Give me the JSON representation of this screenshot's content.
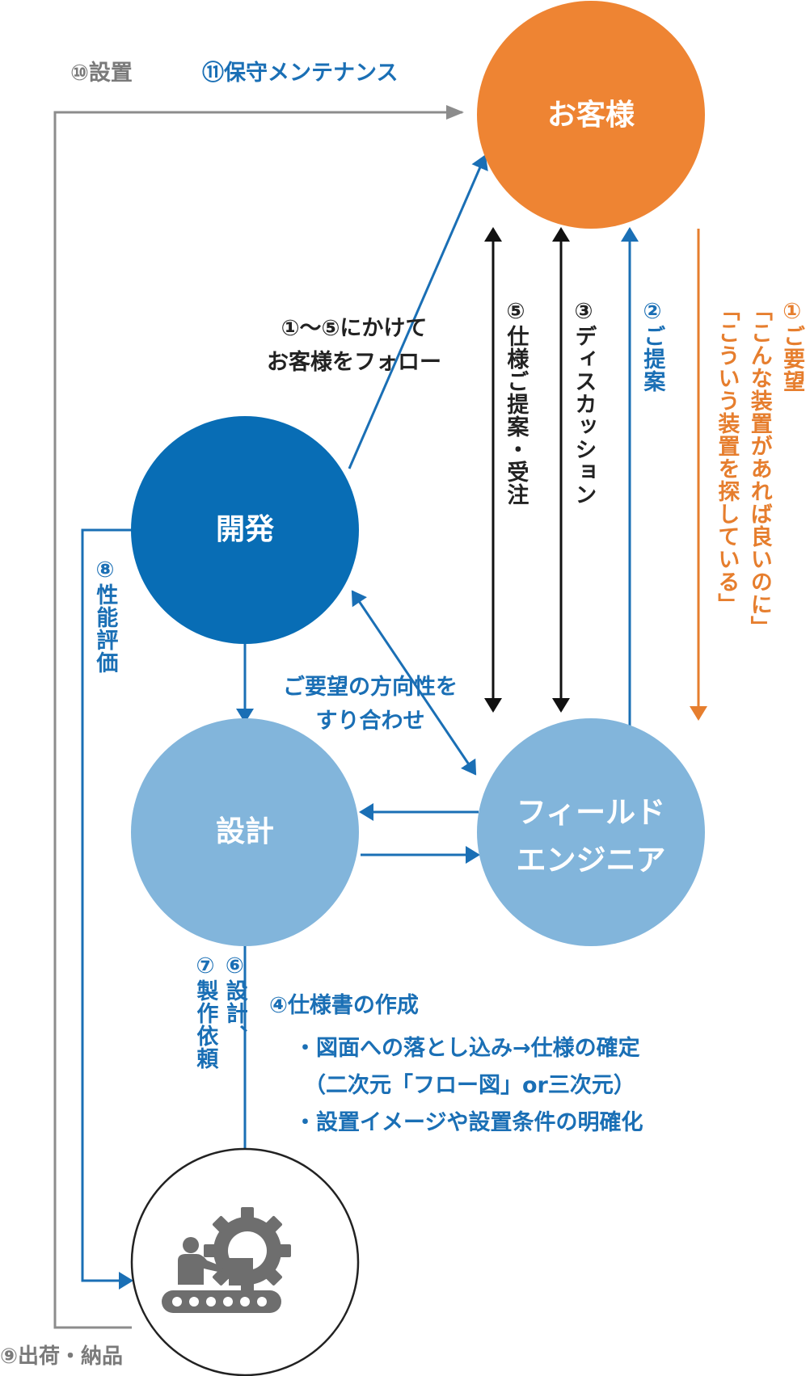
{
  "colors": {
    "customer": "#ee8433",
    "dev": "#086db5",
    "design": "#82b5db",
    "field": "#82b5db",
    "factory_stroke": "#222222",
    "arrow_blue": "#1a6fb5",
    "arrow_gray": "#8c8c8c",
    "arrow_black": "#111111",
    "arrow_orange": "#e67e2e"
  },
  "nodes": {
    "customer": "お客様",
    "dev": "開発",
    "design": "設計",
    "field_line1": "フィールド",
    "field_line2": "エンジニア",
    "factory_icon": "factory-worker-conveyor-icon"
  },
  "labels": {
    "step10": "⑩設置",
    "step11": "⑪保守メンテナンス",
    "follow_line1": "①～⑤にかけて",
    "follow_line2": "お客様をフォロー",
    "step5": "⑤仕様ご提案・受注",
    "step3": "③ディスカッション",
    "step2": "②ご提案",
    "step1_title": "①ご要望",
    "step1_q1": "「こんな装置があれば良いのに」",
    "step1_q2": "「こういう装置を探している」",
    "step8": "⑧性能評価",
    "align_line1": "ご要望の方向性を",
    "align_line2": "すり合わせ",
    "step6_7_col1": "⑥設計、",
    "step6_7_col2": "⑦製作依頼",
    "step4_title": "④仕様書の作成",
    "step4_b1": "・図面への落とし込み→仕様の確定",
    "step4_b2": "（二次元「フロー図」or三次元）",
    "step4_b3": "・設置イメージや設置条件の明確化",
    "step9": "⑨出荷・納品"
  }
}
